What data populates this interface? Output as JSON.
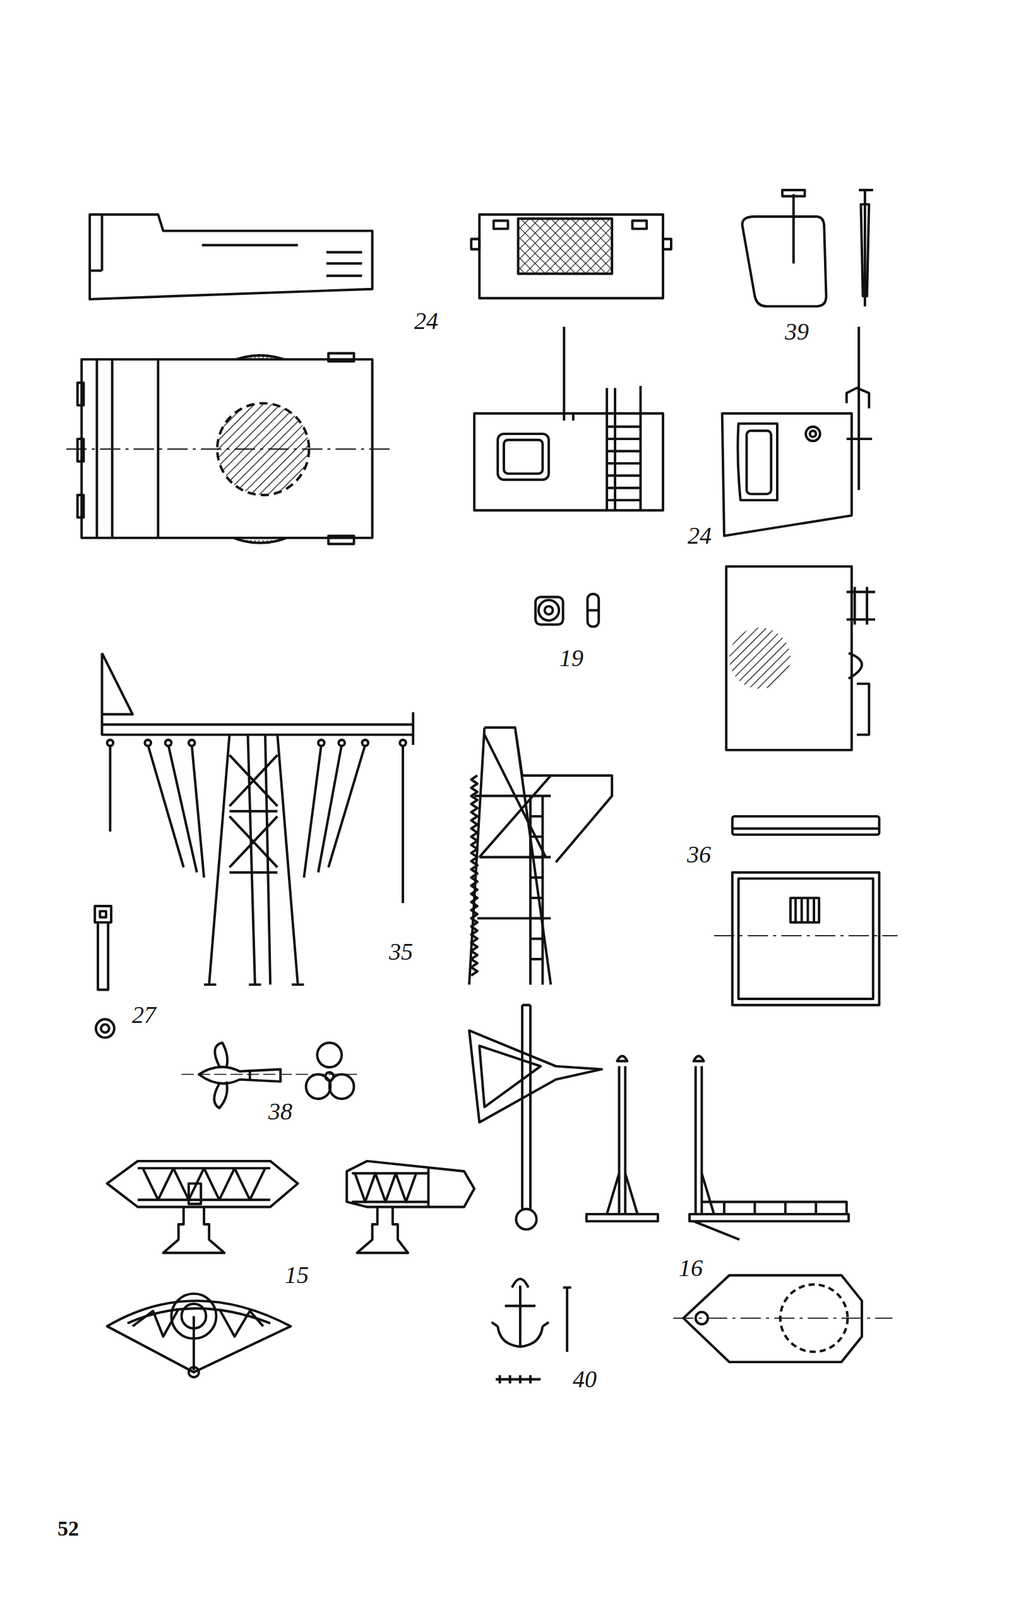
{
  "diagram": {
    "labels": [
      "24",
      "39",
      "24",
      "19",
      "36",
      "35",
      "27",
      "38",
      "15",
      "16",
      "40",
      "52"
    ]
  }
}
